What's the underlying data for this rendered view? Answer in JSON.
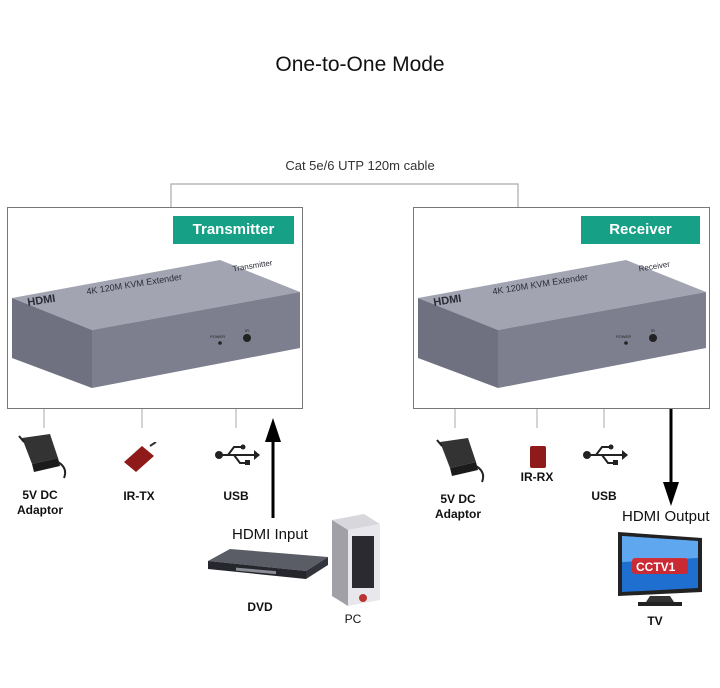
{
  "title": "One-to-One Mode",
  "cable_label": "Cat 5e/6 UTP 120m cable",
  "transmitter": {
    "tag": "Transmitter",
    "device_logo": "HDMI",
    "device_model": "4K 120M KVM Extender",
    "device_type": "Transmitter",
    "power_label": "POWER",
    "ir_label": "IR",
    "accessories": [
      {
        "icon": "power-adapter-icon",
        "label": "5V DC\nAdaptor"
      },
      {
        "icon": "ir-tx-icon",
        "label": "IR-TX"
      },
      {
        "icon": "usb-icon",
        "label": "USB"
      }
    ],
    "input_label": "HDMI Input",
    "sources": [
      {
        "icon": "dvd-player-icon",
        "label": "DVD"
      },
      {
        "icon": "pc-tower-icon",
        "label": "PC"
      }
    ]
  },
  "receiver": {
    "tag": "Receiver",
    "device_logo": "HDMI",
    "device_model": "4K 120M KVM Extender",
    "device_type": "Receiver",
    "power_label": "POWER",
    "ir_label": "IR",
    "accessories": [
      {
        "icon": "power-adapter-icon",
        "label": "5V DC\nAdaptor"
      },
      {
        "icon": "ir-rx-icon",
        "label": "IR-RX"
      },
      {
        "icon": "usb-icon",
        "label": "USB"
      }
    ],
    "output_label": "HDMI Output",
    "display": {
      "icon": "tv-icon",
      "label": "TV",
      "screen_text": "CCTV1"
    }
  },
  "colors": {
    "tag": "#16a086",
    "device_body": "#7d7f8f",
    "device_top": "#a2a4b2",
    "ir_device": "#8e1a1a",
    "tv_blue": "#1f6fd0"
  }
}
